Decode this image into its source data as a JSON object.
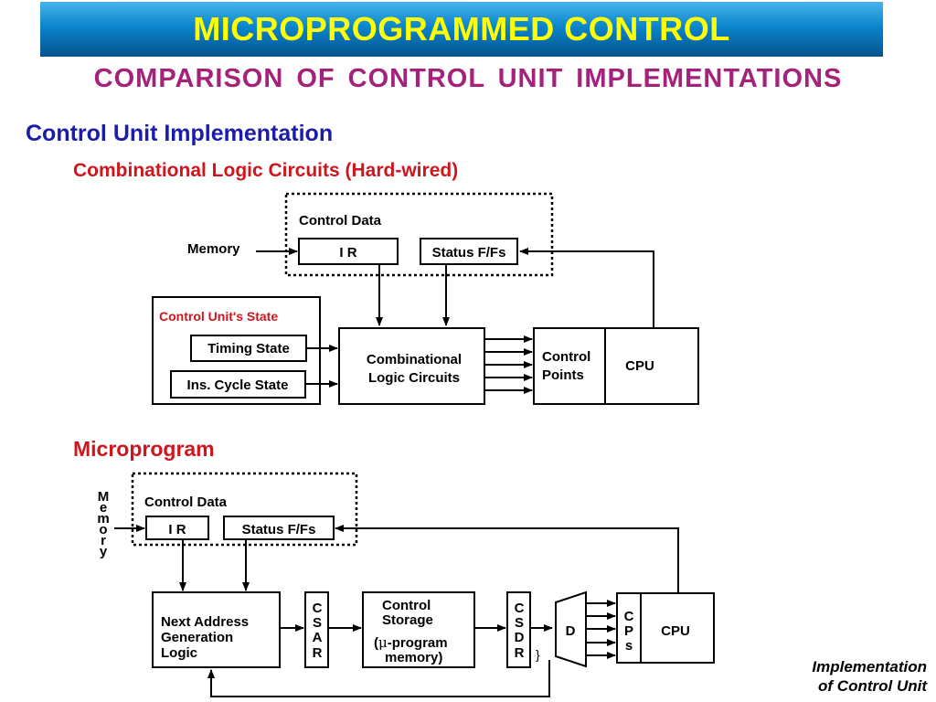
{
  "title": "MICROPROGRAMMED  CONTROL",
  "subtitle": "COMPARISON  OF  CONTROL  UNIT  IMPLEMENTATIONS",
  "heading": "Control Unit Implementation",
  "hardwired": {
    "heading": "Combinational Logic Circuits (Hard-wired)",
    "control_data": "Control Data",
    "memory": "Memory",
    "ir": "I R",
    "status": "Status F/Fs",
    "cu_state": "Control Unit's State",
    "timing_state": "Timing State",
    "ins_cycle_state": "Ins. Cycle State",
    "comb_logic_line1": "Combinational",
    "comb_logic_line2": "Logic Circuits",
    "control_points_line1": "Control",
    "control_points_line2": "Points",
    "cpu": "CPU"
  },
  "micro": {
    "heading": "Microprogram",
    "control_data": "Control Data",
    "memory_letters": [
      "M",
      "e",
      "m",
      "o",
      "r",
      "y"
    ],
    "ir": "I R",
    "status": "Status F/Fs",
    "nag_line1": "Next Address",
    "nag_line2": "Generation",
    "nag_line3": "Logic",
    "csar_letters": [
      "C",
      "S",
      "A",
      "R"
    ],
    "cs_line1": "Control",
    "cs_line2": "Storage",
    "cs_line3_open": "(",
    "cs_line3_mu": "μ",
    "cs_line3_rest": "-program",
    "cs_line4": "memory)",
    "csdr_letters": [
      "C",
      "S",
      "D",
      "R"
    ],
    "d": "D",
    "cps_letters": [
      "C",
      "P",
      "s"
    ],
    "cpu": "CPU",
    "brace": "}"
  },
  "caption_line1": "Implementation",
  "caption_line2": "of Control Unit",
  "colors": {
    "title_text": "#ffff00",
    "subtitle": "#a5227a",
    "heading": "#1c1ca8",
    "subheading": "#d0161d"
  }
}
